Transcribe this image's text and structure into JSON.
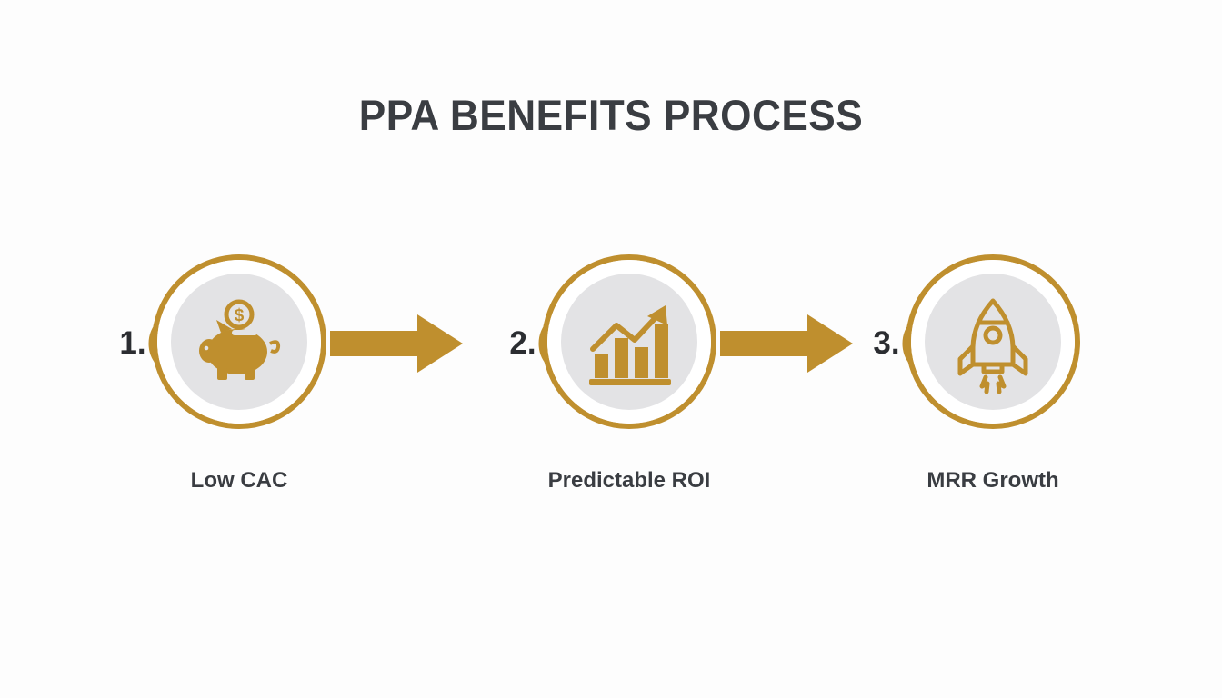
{
  "slide": {
    "title": "PPA BENEFITS PROCESS",
    "background_color": "#fdfdfd",
    "accent_color": "#bf8f2e",
    "text_color": "#3a3d42",
    "inner_disc_color": "#e3e3e5"
  },
  "steps": [
    {
      "number": "1.",
      "caption": "Low CAC",
      "icon": "piggy-bank-icon",
      "icon_style": "filled"
    },
    {
      "number": "2.",
      "caption": "Predictable ROI",
      "icon": "bar-chart-growth-icon",
      "icon_style": "filled"
    },
    {
      "number": "3.",
      "caption": "MRR Growth",
      "icon": "rocket-icon",
      "icon_style": "outline"
    }
  ],
  "connectors": [
    {
      "name": "arrow-step1-to-step2",
      "direction": "right"
    },
    {
      "name": "arrow-step2-to-step3",
      "direction": "right"
    }
  ]
}
